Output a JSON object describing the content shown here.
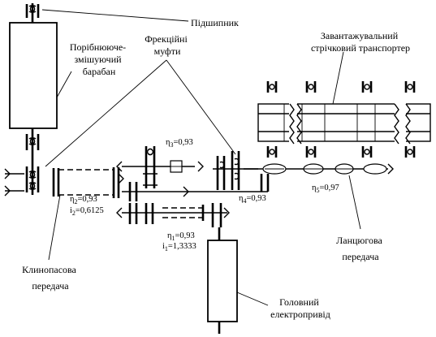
{
  "labels": {
    "bearing": "Підшипник",
    "friction_clutches": [
      "Фрекційні",
      "муфти"
    ],
    "mixing_drum": [
      "Порібнююче-",
      "змішуючий",
      "барабан"
    ],
    "conveyor": [
      "Завантажувальний",
      "стрічковий транспортер"
    ],
    "v_belt": [
      "Клинопасова",
      "передача"
    ],
    "chain": [
      "Ланцюгова",
      "передача"
    ],
    "motor": [
      "Головний",
      "електропривід"
    ]
  },
  "parameters": {
    "eta1": {
      "sym": "η",
      "sub": "1",
      "val": "=0,93"
    },
    "i1": {
      "sym": "i",
      "sub": "1",
      "val": "=1,3333"
    },
    "eta2": {
      "sym": "η",
      "sub": "2",
      "val": "=0,93"
    },
    "i2": {
      "sym": "i",
      "sub": "2",
      "val": "=0,6125"
    },
    "eta3": {
      "sym": "η",
      "sub": "3",
      "val": "=0,93"
    },
    "eta4": {
      "sym": "η",
      "sub": "4",
      "val": "=0,93"
    },
    "eta5": {
      "sym": "η",
      "sub": "5",
      "val": "=0,97"
    }
  }
}
